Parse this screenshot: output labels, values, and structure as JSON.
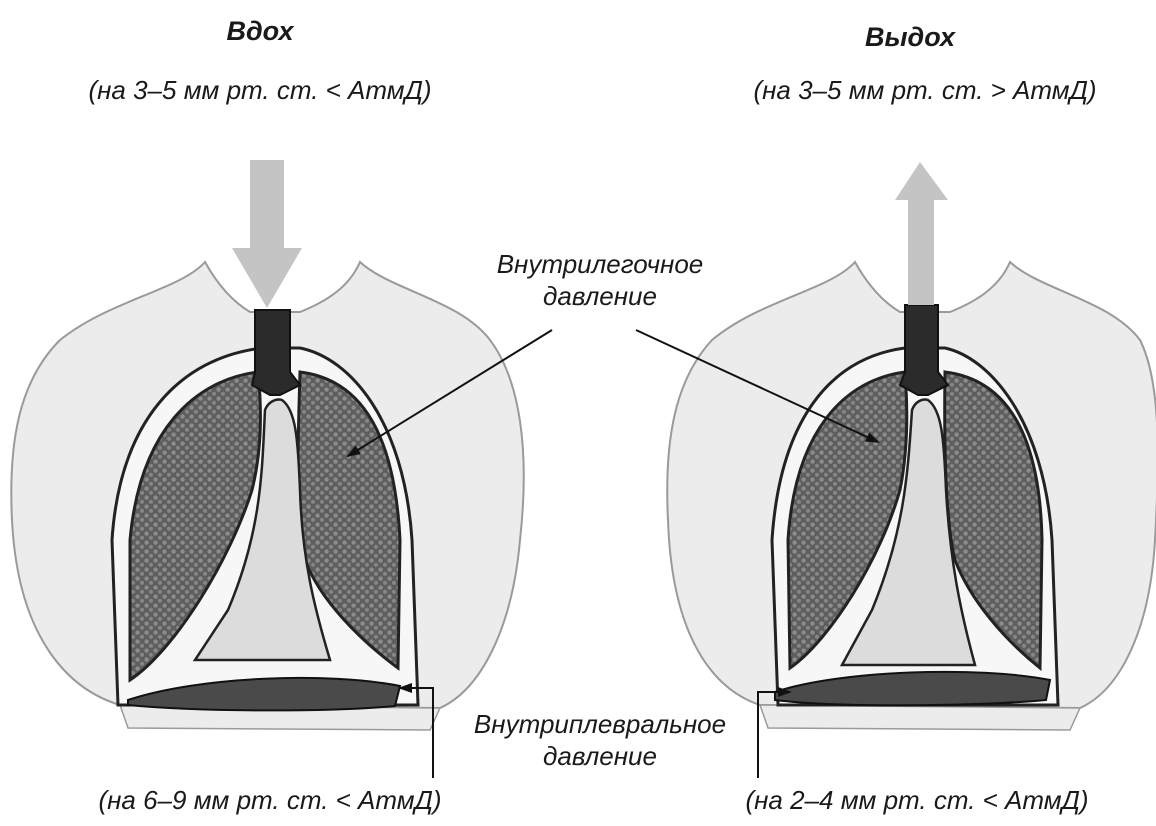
{
  "inhale": {
    "title": "Вдох",
    "top_pressure": "(на 3–5 мм рт. ст. < АтмД)",
    "bottom_pressure": "(на 6–9 мм рт. ст. < АтмД)"
  },
  "exhale": {
    "title": "Выдох",
    "top_pressure": "(на 3–5 мм рт. ст. > АтмД)",
    "bottom_pressure": "(на 2–4 мм рт. ст. < АтмД)"
  },
  "labels": {
    "intrapulmonary_line1": "Внутрилегочное",
    "intrapulmonary_line2": "давление",
    "intrapleural_line1": "Внутриплевральное",
    "intrapleural_line2": "давление"
  },
  "colors": {
    "body": "#ececec",
    "body_outline": "#909090",
    "lung": "#6b6b6b",
    "diaphragm": "#4a4a4a",
    "arrow": "#c4c4c4",
    "ink": "#111111"
  }
}
